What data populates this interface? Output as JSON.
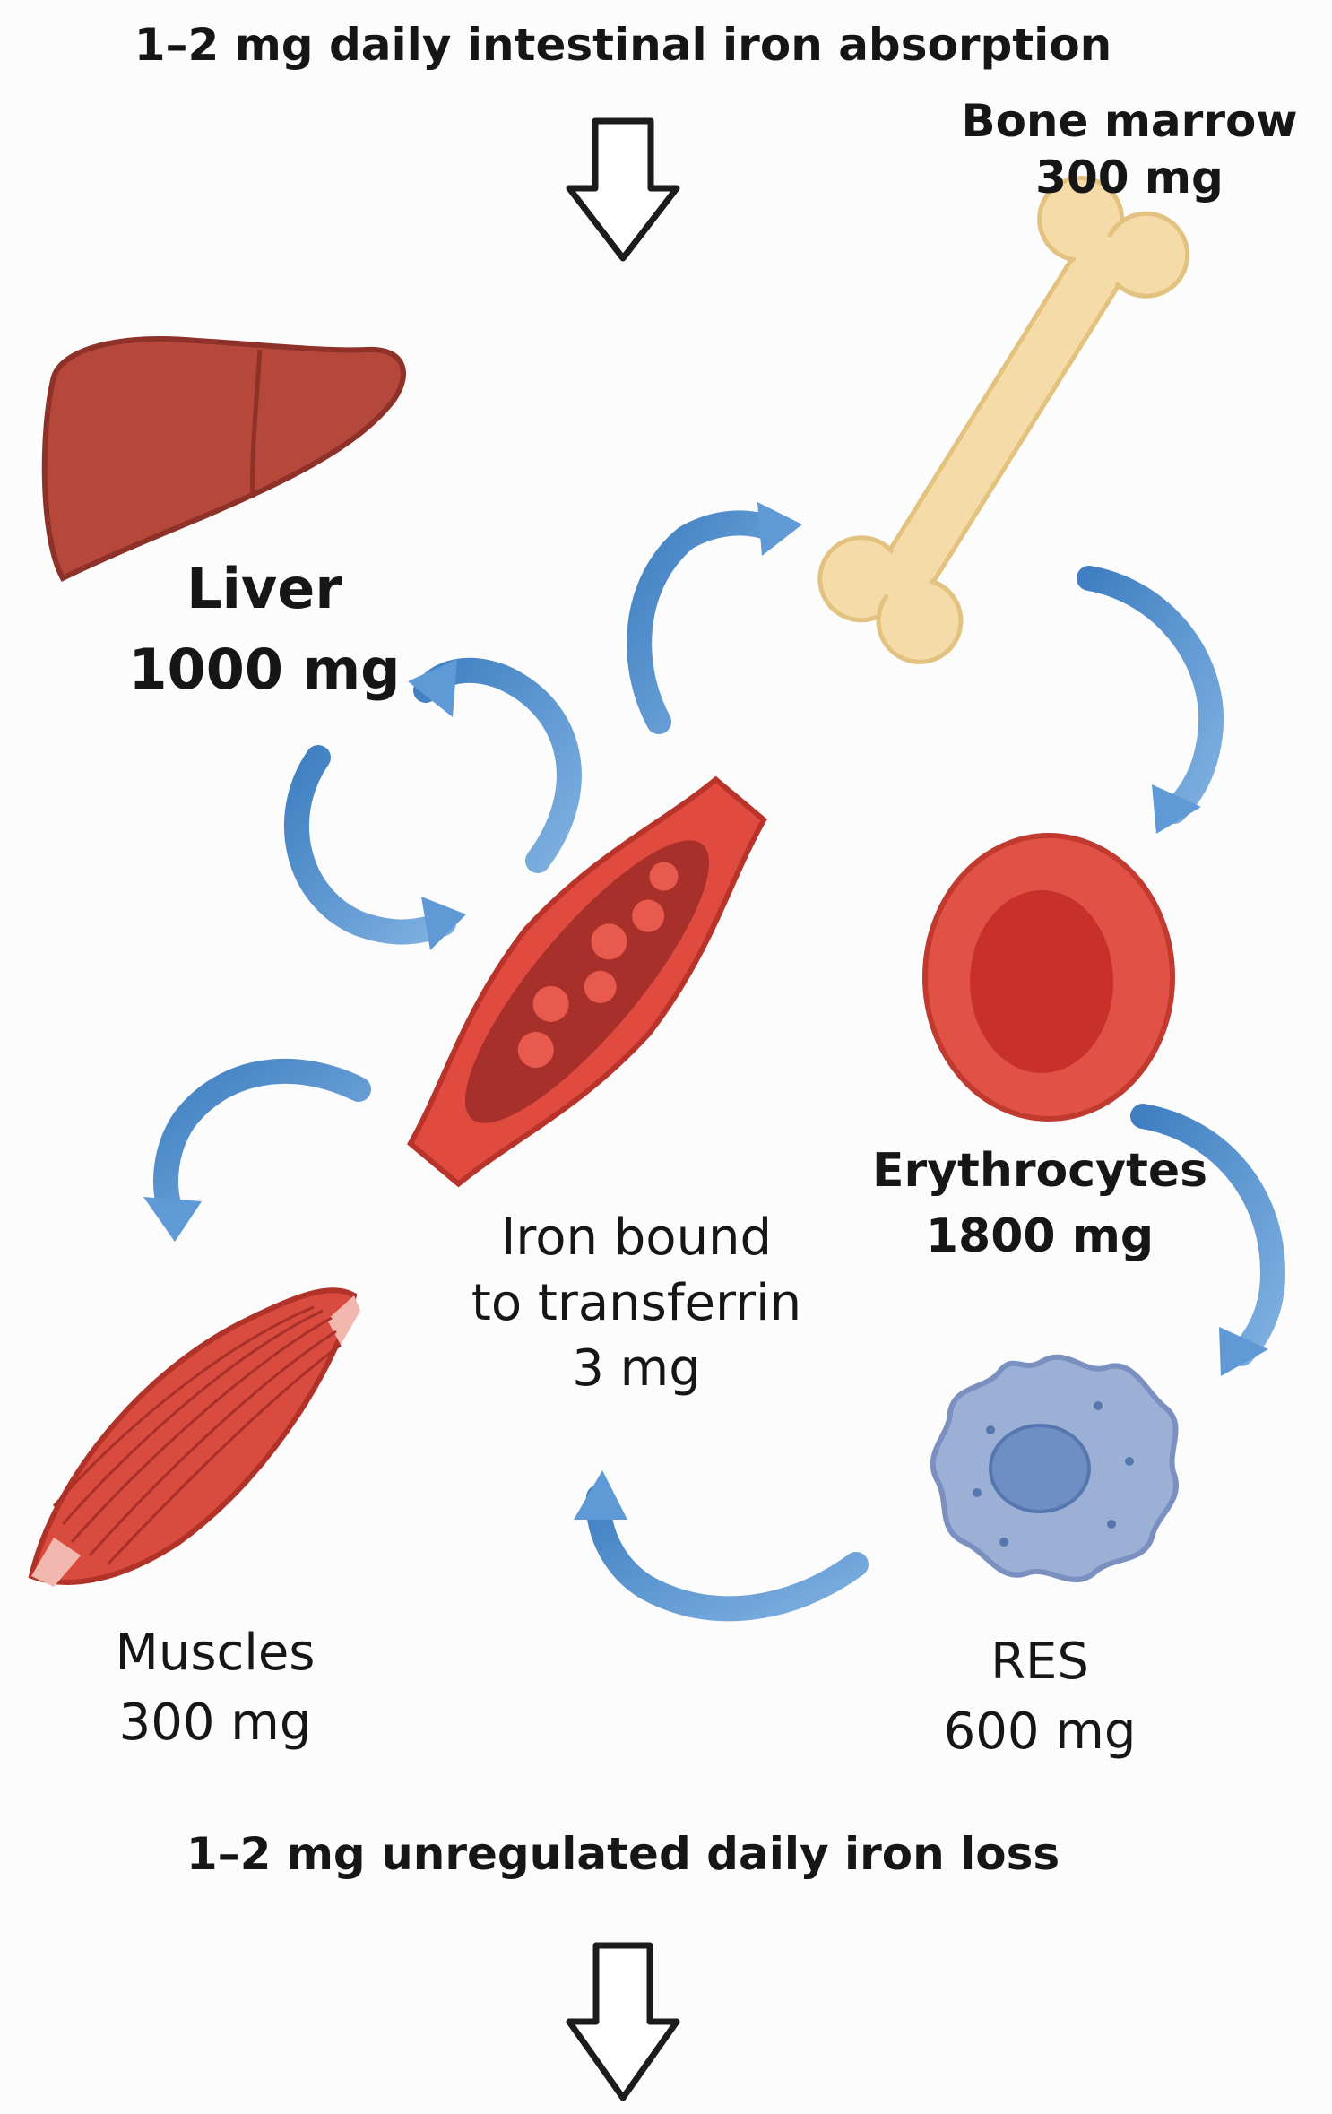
{
  "diagram": {
    "top_label": "1–2 mg daily intestinal iron absorption",
    "bottom_label": "1–2 mg unregulated daily iron loss",
    "nodes": {
      "bone_marrow": {
        "name": "Bone marrow",
        "amount": "300 mg"
      },
      "liver": {
        "name": "Liver",
        "amount": "1000 mg"
      },
      "erythrocytes": {
        "name": "Erythrocytes",
        "amount": "1800 mg"
      },
      "transferrin": {
        "name_line1": "Iron bound",
        "name_line2": "to transferrin",
        "amount": "3 mg"
      },
      "muscles": {
        "name": "Muscles",
        "amount": "300 mg"
      },
      "res": {
        "name": "RES",
        "amount": "600 mg"
      }
    },
    "colors": {
      "arrow_blue": "#4f8fcf",
      "liver": "#b5473b",
      "bone": "#f4dba8",
      "blood_red": "#e04a3f",
      "res_cell": "#9cb0d6",
      "res_nucleus": "#6f8fc4"
    },
    "icons": [
      "liver-icon",
      "bone-icon",
      "blood-vessel-icon",
      "erythrocyte-icon",
      "muscle-icon",
      "res-cell-icon"
    ]
  }
}
